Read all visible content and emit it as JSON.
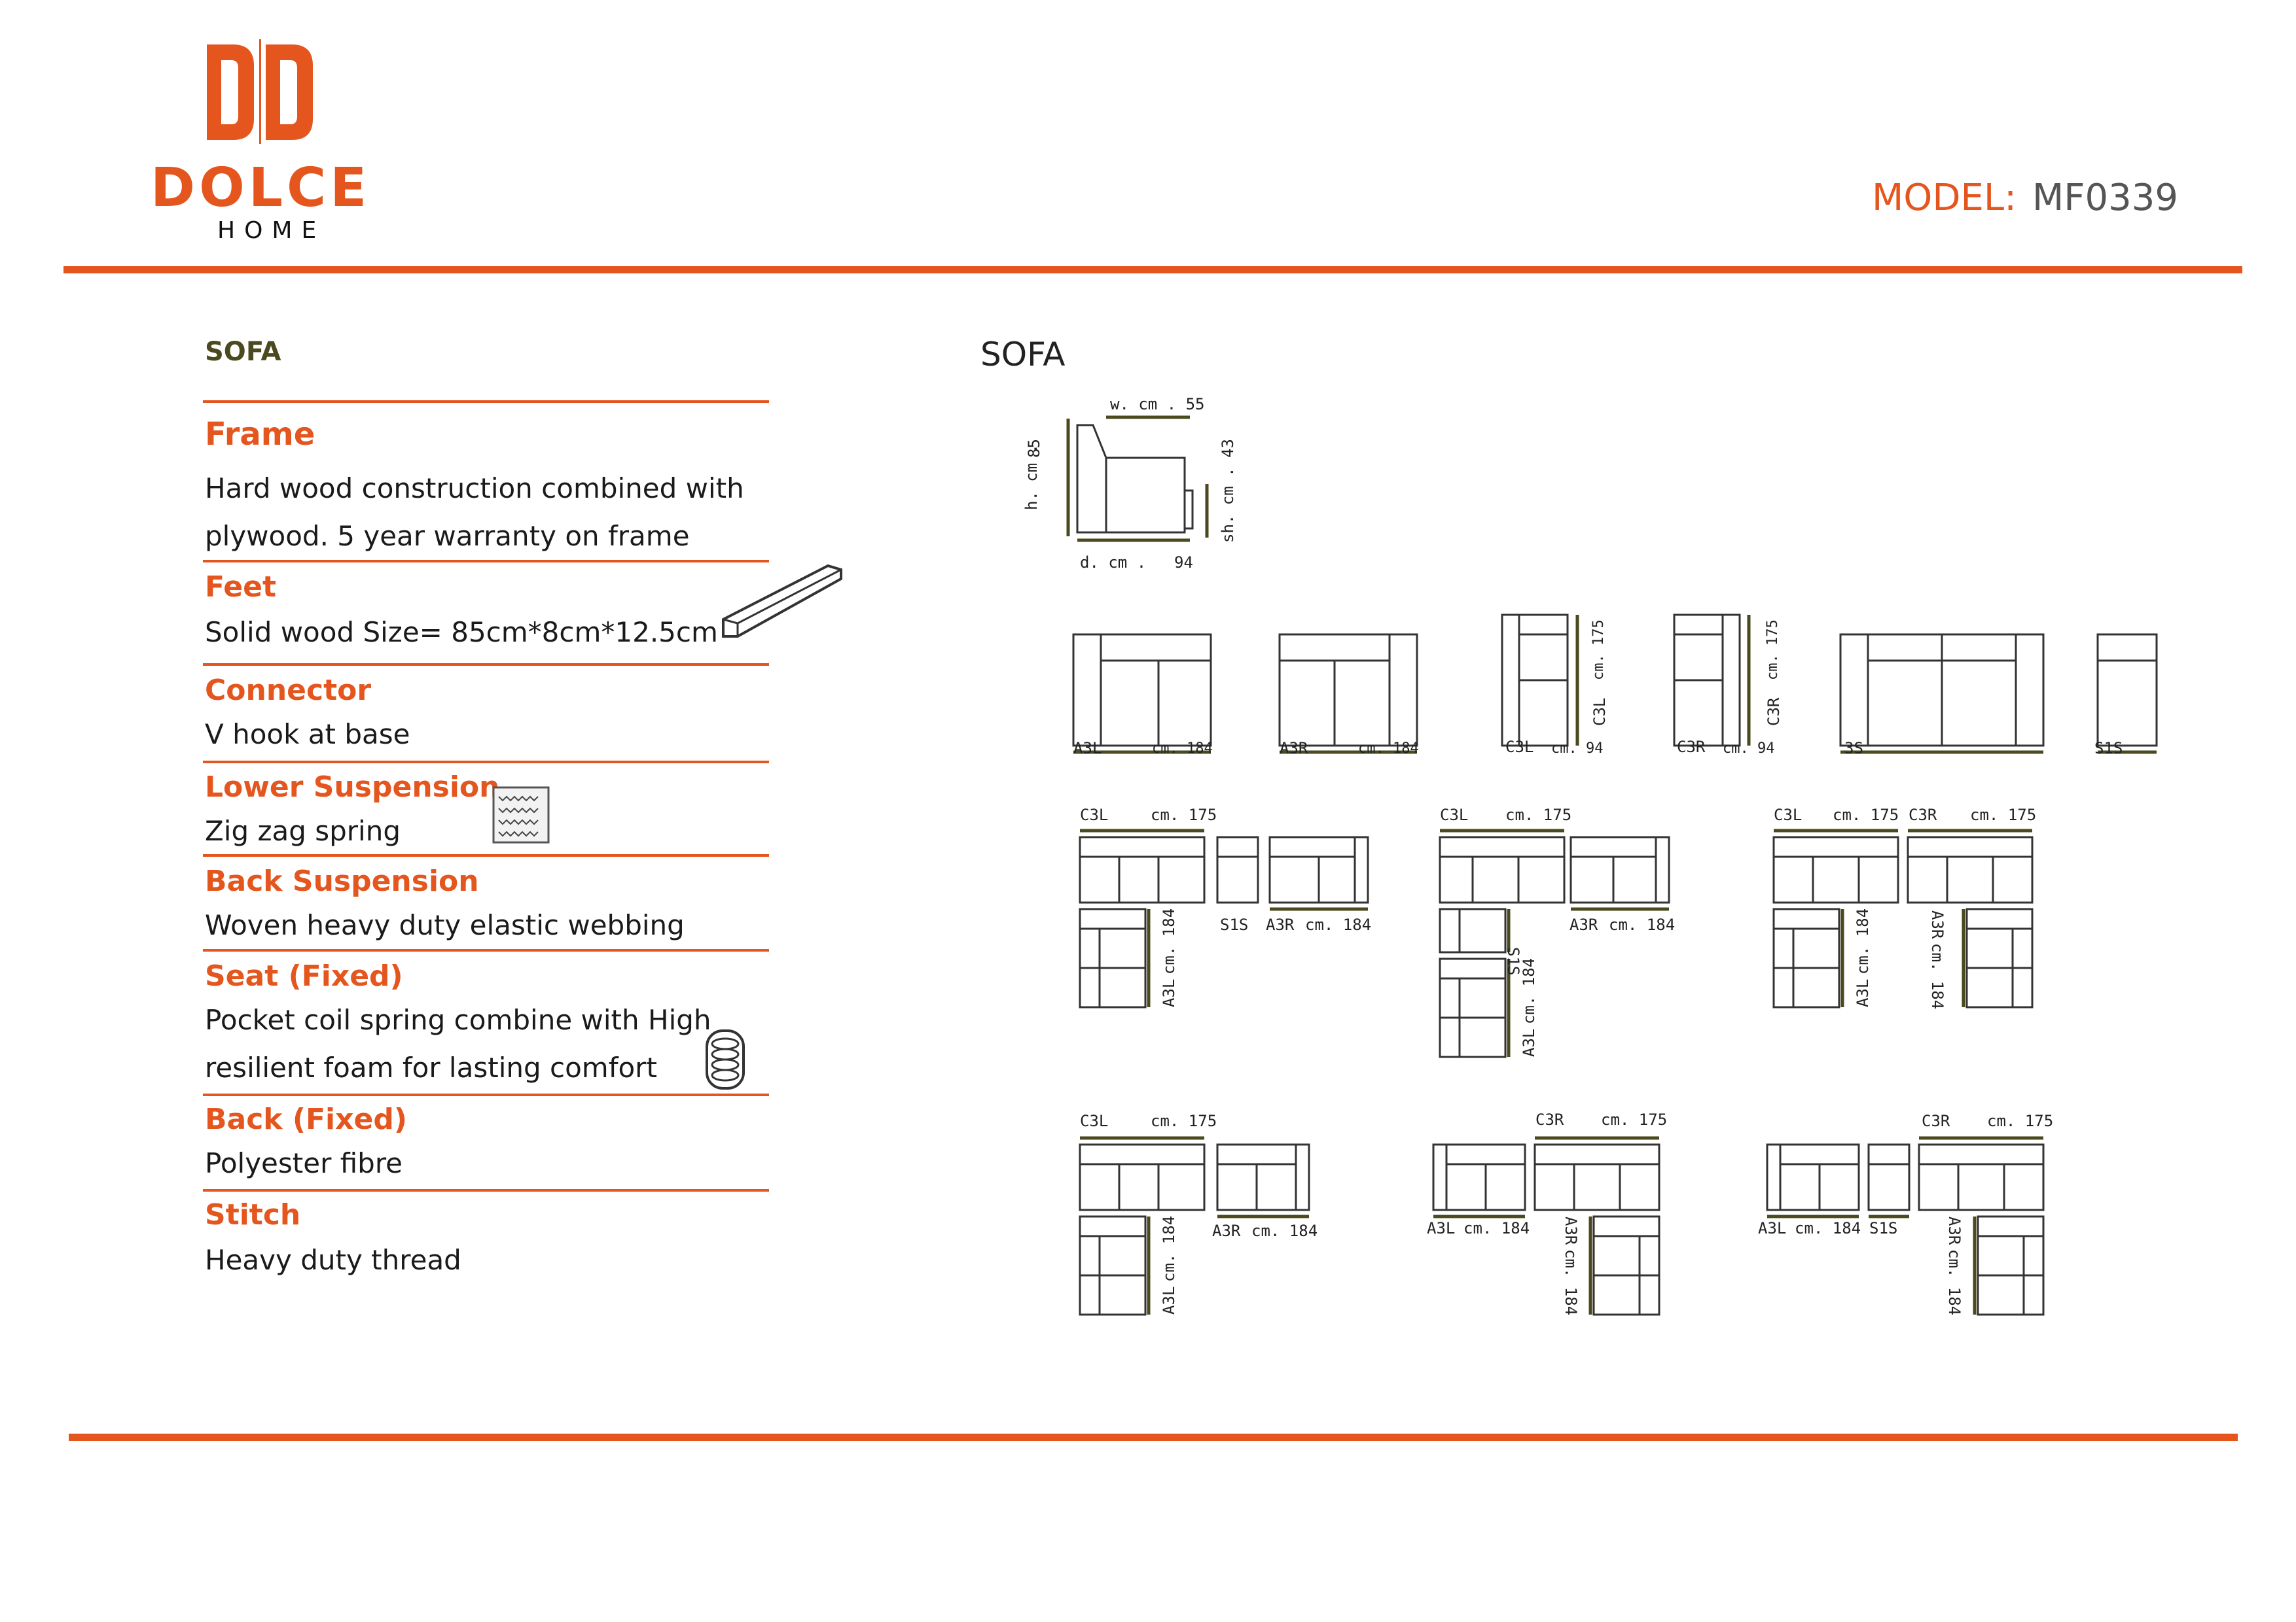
{
  "brand": {
    "name": "DOLCE",
    "sub": "HOME",
    "colors": {
      "accent": "#e4561e",
      "dim_line": "#4b4a1e"
    }
  },
  "model": {
    "label": "MODEL:",
    "value": "MF0339"
  },
  "left": {
    "title": "SOFA",
    "specs": [
      {
        "heading": "Frame",
        "lines": [
          "Hard wood construction combined with",
          "plywood. 5 year warranty on frame"
        ],
        "icon": null
      },
      {
        "heading": "Feet",
        "lines": [
          "Solid wood Size= 85cm*8cm*12.5cm"
        ],
        "icon": "wooden-foot-icon"
      },
      {
        "heading": "Connector",
        "lines": [
          "V hook at base"
        ],
        "icon": null
      },
      {
        "heading": "Lower Suspension",
        "lines": [
          "Zig zag spring"
        ],
        "icon": "zigzag-spring-icon"
      },
      {
        "heading": "Back Suspension",
        "lines": [
          "Woven heavy duty elastic webbing"
        ],
        "icon": null
      },
      {
        "heading": "Seat (Fixed)",
        "lines": [
          "Pocket coil spring combine with High",
          "resilient foam for lasting comfort"
        ],
        "icon": "pocket-coil-icon"
      },
      {
        "heading": "Back (Fixed)",
        "lines": [
          "Polyester fibre"
        ],
        "icon": null
      },
      {
        "heading": "Stitch",
        "lines": [
          "Heavy duty thread"
        ],
        "icon": null
      }
    ]
  },
  "diagram": {
    "title": "SOFA",
    "side_view": {
      "w": "w. cm . 55",
      "h_label": "h. cm .",
      "h_val": "85",
      "sh": "sh. cm . 43",
      "d_label": "d. cm .",
      "d_val": "94"
    },
    "modules": [
      {
        "code": "A3L",
        "size": "cm. 184"
      },
      {
        "code": "A3R",
        "size": "cm. 184"
      },
      {
        "code": "C3L",
        "size": "cm. 175",
        "depth": "cm. 94"
      },
      {
        "code": "C3R",
        "size": "cm. 175",
        "depth": "cm. 94"
      },
      {
        "code": "3S",
        "size": ""
      },
      {
        "code": "S1S",
        "size": ""
      }
    ],
    "composition_texts": {
      "c3l": "C3L",
      "c3r": "C3R",
      "a3l": "A3L",
      "a3r": "A3R",
      "s1s": "S1S",
      "cm175": "cm. 175",
      "cm184": "cm. 184"
    }
  }
}
